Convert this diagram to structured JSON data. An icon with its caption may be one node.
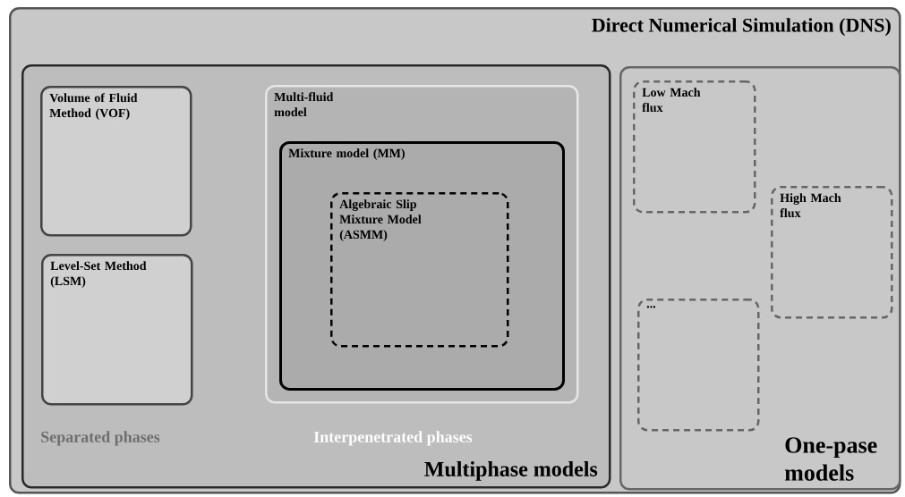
{
  "diagram": {
    "nodes": [
      {
        "text": [
          "Direct Numerical Simulation (DNS)"
        ]
      },
      {
        "text": [
          "Multiphase models"
        ],
        "in": 0
      },
      {
        "text": [
          "Volume of Fluid Method (VOF)"
        ],
        "in": 1
      },
      {
        "text": [
          "Level-Set Method (LSM)"
        ],
        "in": 1
      },
      {
        "text": [
          "Multi-fluid model"
        ],
        "in": 1
      },
      {
        "text": [
          "Mixture model (MM)"
        ],
        "in": 4
      },
      {
        "text": [
          "Algebraic Slip Mixture Model (ASMM)"
        ],
        "in": 5
      },
      {
        "text": [
          "One-pase models"
        ],
        "in": 0
      },
      {
        "text": [
          "Low Mach flux"
        ],
        "in": 7
      },
      {
        "text": [
          "High Mach flux"
        ],
        "in": 7
      },
      {
        "text": [
          "..."
        ],
        "in": 7
      }
    ],
    "labels": [
      "Separated phases",
      "Interpenetrated phases"
    ]
  }
}
